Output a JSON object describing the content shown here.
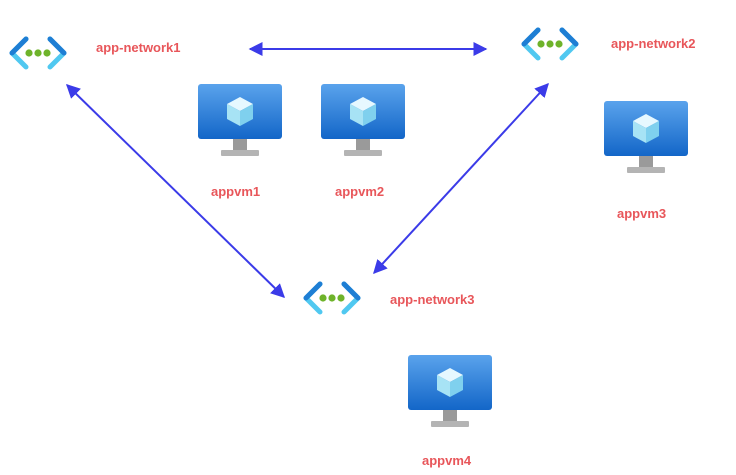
{
  "colors": {
    "label": "#e8565a",
    "connection": "#3b3be8",
    "vnet_bracket_dark": "#1e7ed4",
    "vnet_bracket_light": "#50c8f0",
    "vnet_dot": "#6eb32a",
    "monitor_top": "#5aa3ec",
    "monitor_bottom": "#1366c8",
    "stand": "#9a9a9a",
    "cube": "#a7e3f5"
  },
  "networks": [
    {
      "id": "app-network1",
      "label": "app-network1",
      "icon": "virtual-network-icon"
    },
    {
      "id": "app-network2",
      "label": "app-network2",
      "icon": "virtual-network-icon"
    },
    {
      "id": "app-network3",
      "label": "app-network3",
      "icon": "virtual-network-icon"
    }
  ],
  "vms": [
    {
      "id": "appvm1",
      "label": "appvm1",
      "icon": "virtual-machine-icon"
    },
    {
      "id": "appvm2",
      "label": "appvm2",
      "icon": "virtual-machine-icon"
    },
    {
      "id": "appvm3",
      "label": "appvm3",
      "icon": "virtual-machine-icon"
    },
    {
      "id": "appvm4",
      "label": "appvm4",
      "icon": "virtual-machine-icon"
    }
  ],
  "connections": [
    {
      "from": "app-network1",
      "to": "app-network2",
      "bidirectional": true
    },
    {
      "from": "app-network1",
      "to": "app-network3",
      "bidirectional": true
    },
    {
      "from": "app-network2",
      "to": "app-network3",
      "bidirectional": true
    }
  ]
}
